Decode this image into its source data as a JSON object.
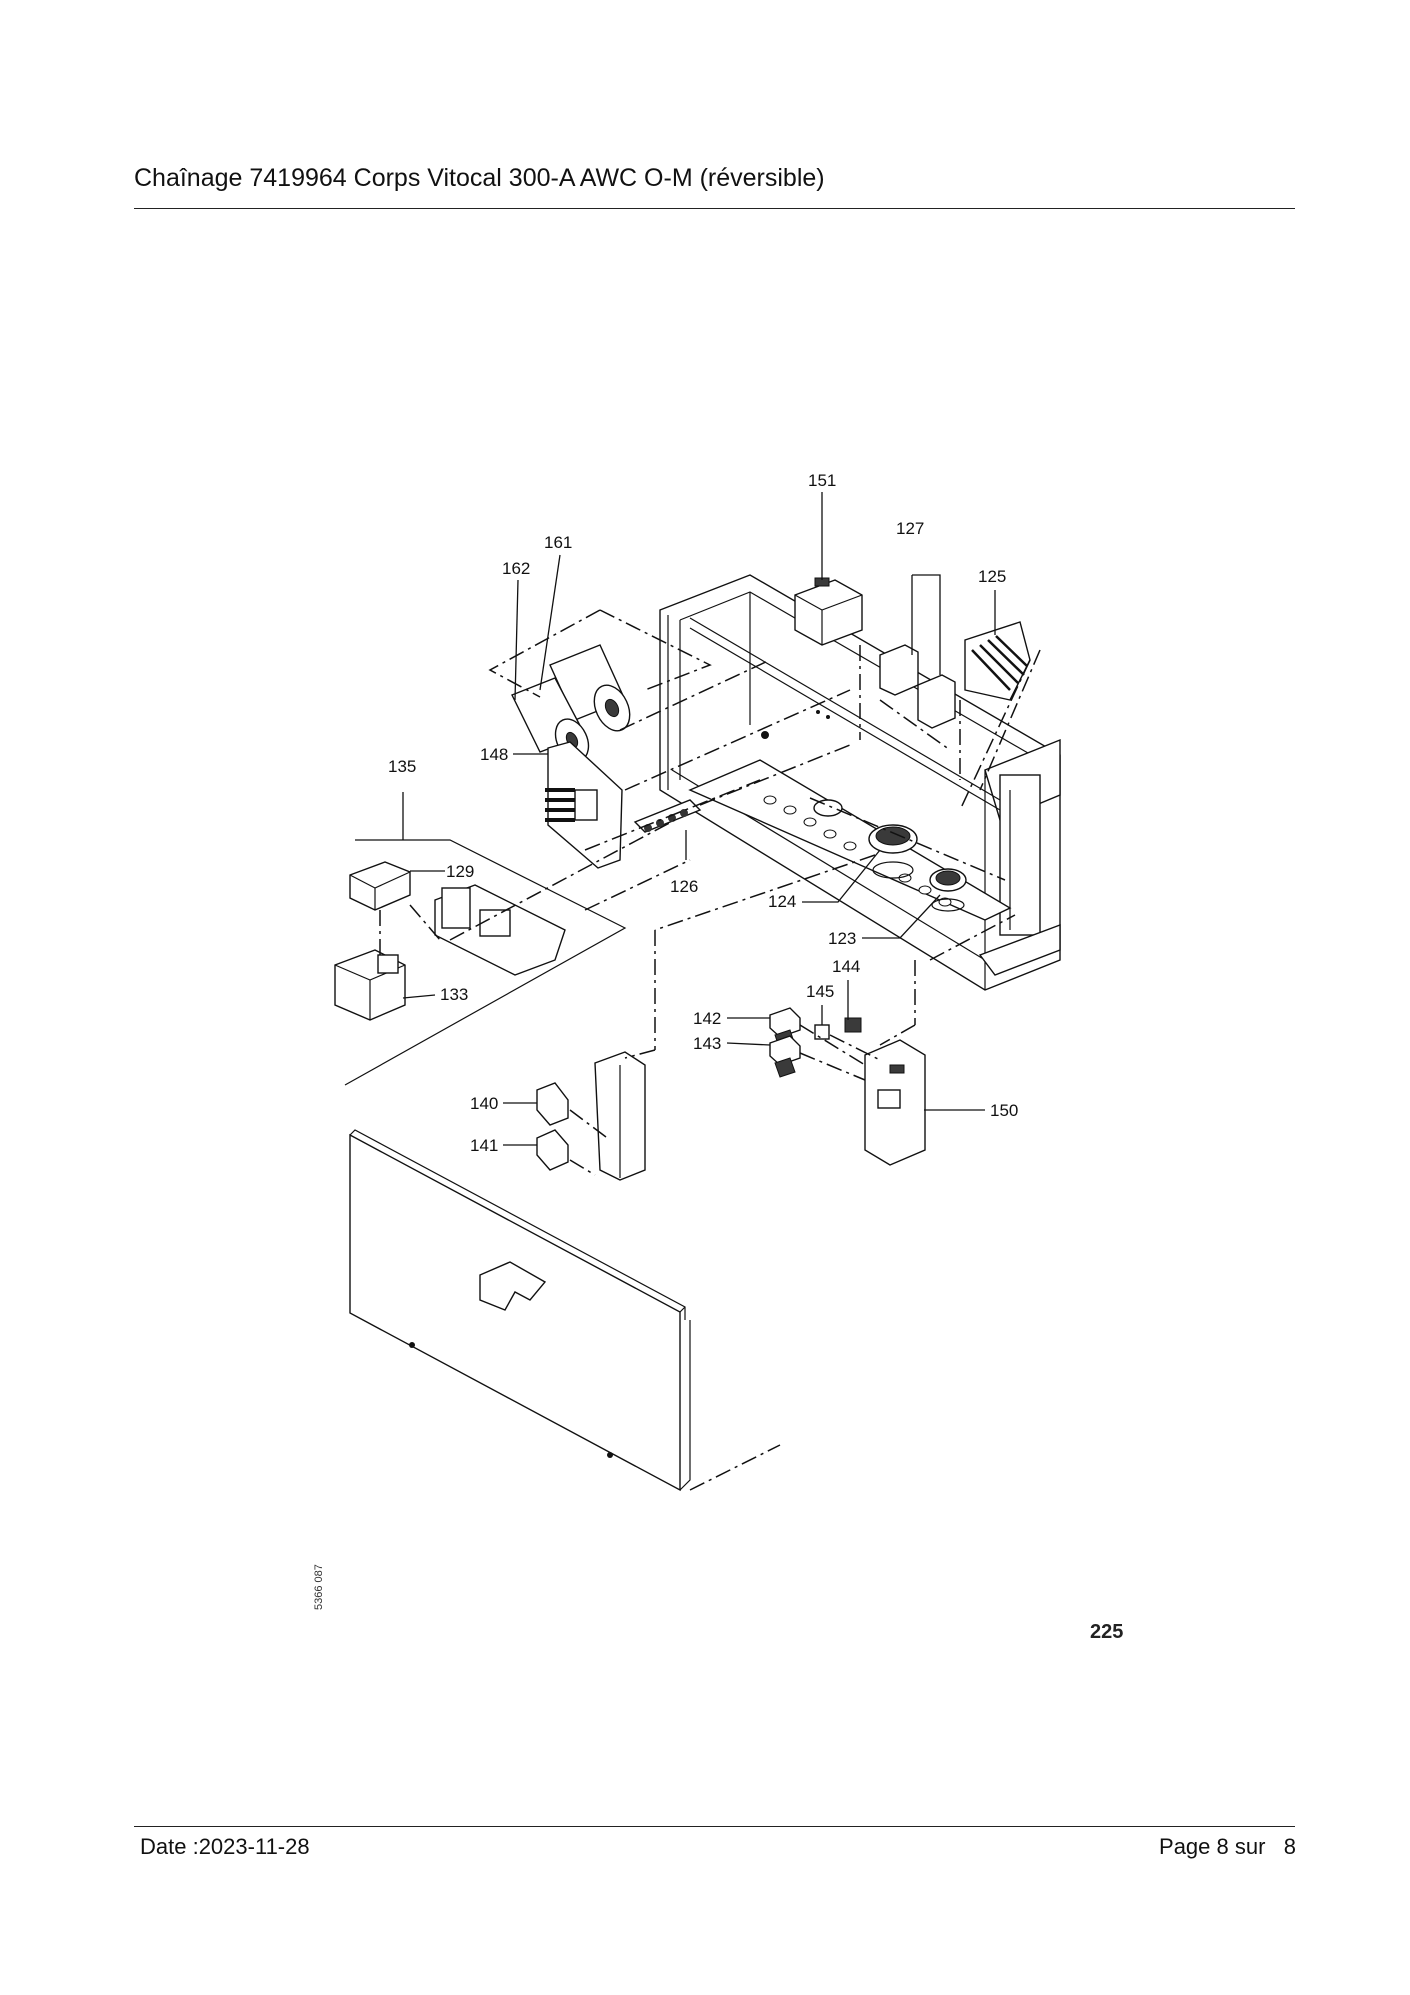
{
  "header": {
    "title": "Chaînage 7419964 Corps Vitocal 300-A AWC O-M (réversible)"
  },
  "diagram": {
    "part_labels": {
      "p151": "151",
      "p127": "127",
      "p125": "125",
      "p161": "161",
      "p162": "162",
      "p148": "148",
      "p135": "135",
      "p129": "129",
      "p133": "133",
      "p126": "126",
      "p124": "124",
      "p123": "123",
      "p144": "144",
      "p145": "145",
      "p142": "142",
      "p143": "143",
      "p150": "150",
      "p140": "140",
      "p141": "141"
    },
    "drawing_number": "5366 087",
    "figure_number": "225"
  },
  "footer": {
    "date": "Date :2023-11-28",
    "page": "Page 8 sur   8"
  }
}
